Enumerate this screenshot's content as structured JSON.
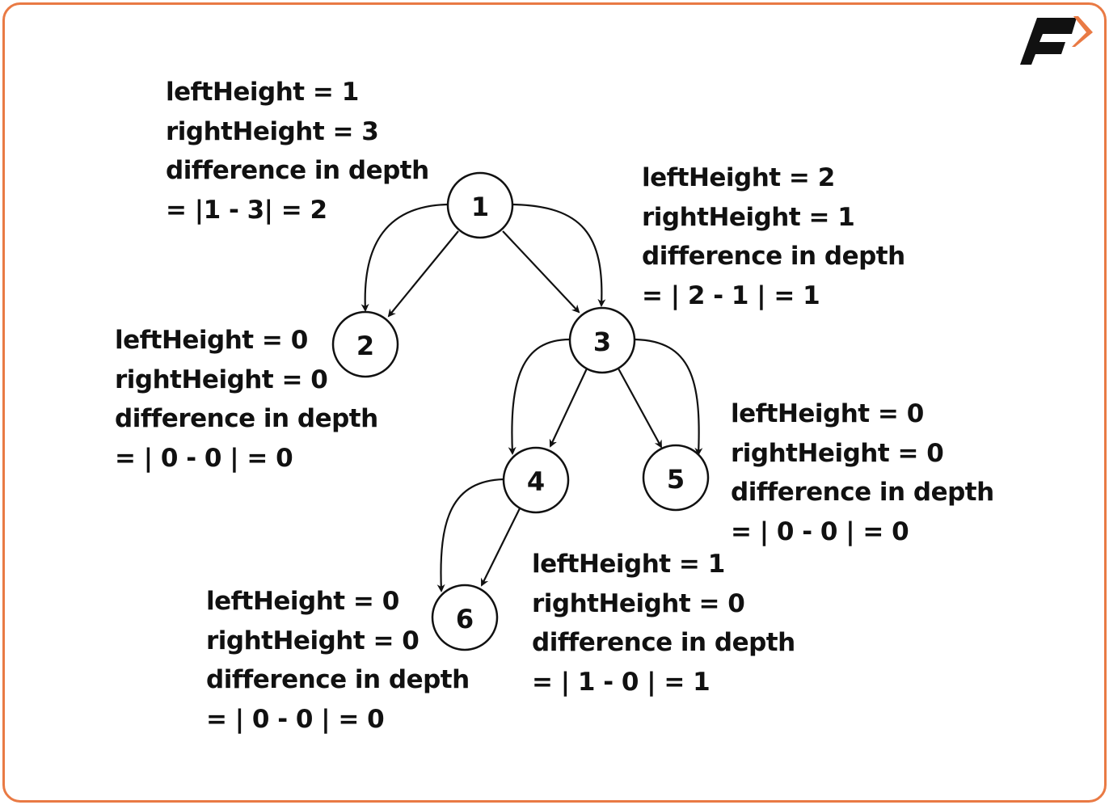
{
  "logo_text": "F",
  "colors": {
    "accent": "#E97A44",
    "ink": "#111111"
  },
  "nodes": [
    {
      "id": "1",
      "label": "1"
    },
    {
      "id": "2",
      "label": "2"
    },
    {
      "id": "3",
      "label": "3"
    },
    {
      "id": "4",
      "label": "4"
    },
    {
      "id": "5",
      "label": "5"
    },
    {
      "id": "6",
      "label": "6"
    }
  ],
  "edges": [
    [
      "1",
      "2"
    ],
    [
      "1",
      "3"
    ],
    [
      "3",
      "4"
    ],
    [
      "3",
      "5"
    ],
    [
      "4",
      "6"
    ]
  ],
  "annotations": {
    "n1": [
      "leftHeight = 1",
      "rightHeight = 3",
      "difference in depth",
      "= |1 - 3| = 2"
    ],
    "n2": [
      "leftHeight = 0",
      "rightHeight = 0",
      "difference in depth",
      "= | 0 - 0 | = 0"
    ],
    "n3": [
      "leftHeight = 2",
      "rightHeight = 1",
      "difference in depth",
      "= | 2 - 1 | = 1"
    ],
    "n4": [
      "leftHeight = 1",
      "rightHeight = 0",
      "difference in depth",
      "= | 1 - 0 | = 1"
    ],
    "n5": [
      "leftHeight = 0",
      "rightHeight = 0",
      "difference in depth",
      "= | 0 - 0 | = 0"
    ],
    "n6": [
      "leftHeight = 0",
      "rightHeight = 0",
      "difference in depth",
      "= | 0 - 0 | = 0"
    ]
  }
}
